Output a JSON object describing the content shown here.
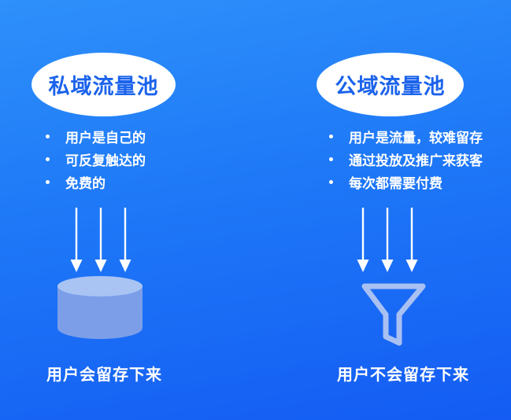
{
  "theme": {
    "bg_top": "#2E90FA",
    "bg_bottom": "#145CF3",
    "badge_bg": "#FFFFFF",
    "badge_text_color": "#1B63EB",
    "body_text_color": "#FFFFFF",
    "shape_light": "#A9C4F2",
    "shape_medium": "#7C9EE9",
    "funnel_stroke": "#A9C0F2"
  },
  "icons": {
    "left_shape": "cylinder-icon",
    "right_shape": "funnel-icon",
    "arrow": "arrow-down-icon"
  },
  "left": {
    "title": "私域流量池",
    "bullets": [
      "用户是自己的",
      "可反复触达的",
      "免费的"
    ],
    "caption": "用户会留存下来"
  },
  "right": {
    "title": "公域流量池",
    "bullets": [
      "用户是流量，较难留存",
      "通过投放及推广来获客",
      "每次都需要付费"
    ],
    "caption": "用户不会留存下来"
  }
}
